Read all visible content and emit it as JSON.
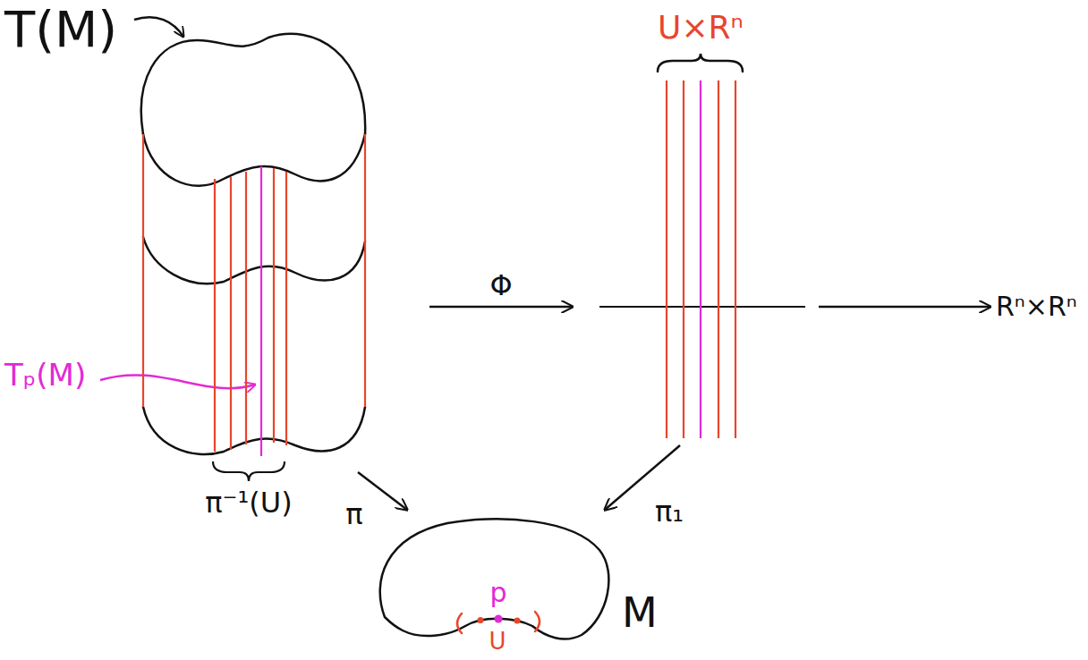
{
  "diagram": {
    "nodes": [
      {
        "text": [
          "T(M)"
        ]
      },
      {
        "text": [
          "U×Rⁿ"
        ]
      },
      {
        "text": [
          "Rⁿ×Rⁿ"
        ]
      },
      {
        "text": [
          "M"
        ]
      }
    ],
    "edges": [
      {
        "from": 0,
        "to": 1,
        "arrow": "to",
        "label": "Φ"
      },
      {
        "from": 1,
        "to": 2,
        "arrow": "to"
      },
      {
        "from": 0,
        "to": 3,
        "arrow": "to",
        "label": "π"
      },
      {
        "from": 1,
        "to": 3,
        "arrow": "to",
        "label": "π₁"
      }
    ],
    "labels": [
      "Tₚ(M)",
      "π⁻¹(U)",
      "p",
      "U"
    ]
  }
}
